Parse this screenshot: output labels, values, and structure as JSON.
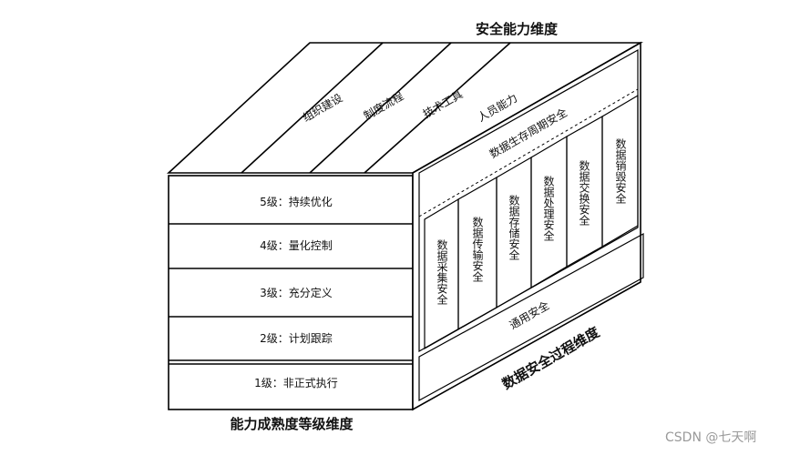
{
  "titles": {
    "top": "安全能力维度",
    "bottom_left": "能力成熟度等级维度",
    "bottom_right": "数据安全过程维度"
  },
  "capability_dimensions": [
    "组织建设",
    "制度流程",
    "技术工具",
    "人员能力"
  ],
  "maturity_levels": [
    "5级：持续优化",
    "4级：量化控制",
    "3级：充分定义",
    "2级：计划跟踪",
    "1级：非正式执行"
  ],
  "lifecycle": {
    "header": "数据生存周期安全",
    "stages": [
      "数据采集安全",
      "数据传输安全",
      "数据存储安全",
      "数据处理安全",
      "数据交换安全",
      "数据销毁安全"
    ]
  },
  "general_security": "通用安全",
  "watermark": "CSDN @七天啊"
}
